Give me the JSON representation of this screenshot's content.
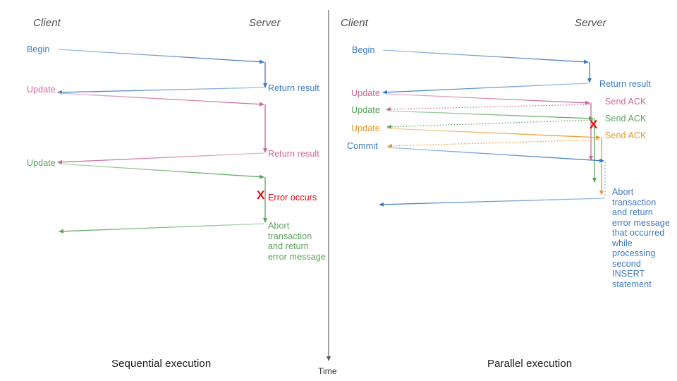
{
  "colors": {
    "blue": "#3d79c0",
    "pink": "#cc6699",
    "green": "#5aa35a",
    "orange": "#e8962e",
    "red": "#e8000b",
    "axis": "#555555",
    "divider": "#333333",
    "actor_text": "#4d4d4d",
    "caption_text": "#1a1a1a",
    "background": "#ffffff"
  },
  "time_axis": {
    "label": "Time"
  },
  "left_panel": {
    "caption": "Sequential execution",
    "actors": {
      "client": "Client",
      "server": "Server"
    },
    "messages": [
      {
        "label": "Begin",
        "color": "blue",
        "dir": "to-server"
      },
      {
        "label": "Return result",
        "color": "blue",
        "dir": "to-client"
      },
      {
        "label": "Update",
        "color": "pink",
        "dir": "to-server"
      },
      {
        "label": "Return result",
        "color": "pink",
        "dir": "to-client"
      },
      {
        "label": "Update",
        "color": "green",
        "dir": "to-server"
      }
    ],
    "error": {
      "marker": "X",
      "label": "Error occurs"
    },
    "abort": {
      "label": "Abort\ntransaction\nand return\nerror message",
      "color": "green"
    }
  },
  "right_panel": {
    "caption": "Parallel execution",
    "actors": {
      "client": "Client",
      "server": "Server"
    },
    "messages": [
      {
        "label": "Begin",
        "color": "blue",
        "dir": "to-server"
      },
      {
        "label": "Return result",
        "color": "blue",
        "dir": "to-client"
      },
      {
        "label": "Update",
        "color": "pink",
        "dir": "to-server"
      },
      {
        "label": "Send ACK",
        "color": "pink",
        "dir": "to-client",
        "style": "dotted"
      },
      {
        "label": "Update",
        "color": "green",
        "dir": "to-server"
      },
      {
        "label": "Send ACK",
        "color": "green",
        "dir": "to-client",
        "style": "dotted"
      },
      {
        "label": "Update",
        "color": "orange",
        "dir": "to-server"
      },
      {
        "label": "Send ACK",
        "color": "orange",
        "dir": "to-client",
        "style": "dotted"
      },
      {
        "label": "Commit",
        "color": "blue",
        "dir": "to-server"
      }
    ],
    "error": {
      "marker": "X"
    },
    "abort": {
      "label": "Abort\ntransaction\nand return\nerror message\nthat occurred\nwhile\nprocessing\nsecond\nINSERT\nstatement",
      "color": "blue"
    }
  }
}
